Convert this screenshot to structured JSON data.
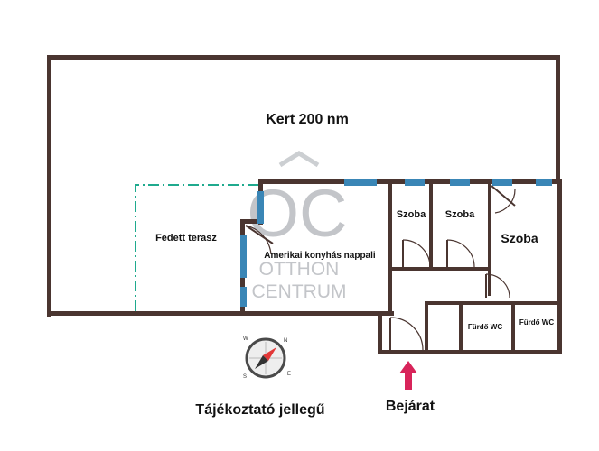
{
  "labels": {
    "garden": "Kert 200 nm",
    "terrace": "Fedett terasz",
    "living": "Amerikai konyhás nappali",
    "room1": "Szoba",
    "room2": "Szoba",
    "room3": "Szoba",
    "bath1": "Fürdő WC",
    "bath2": "Fürdő WC"
  },
  "watermark": {
    "monogram": "OC",
    "line1": "OTTHON",
    "line2": "CENTRUM"
  },
  "compass": {
    "n": "N",
    "e": "E",
    "s": "S",
    "w": "W"
  },
  "entrance_label": "Bejárat",
  "disclaimer": "Tájékoztató jellegű",
  "colors": {
    "wall": "#4a3530",
    "window": "#3a86b6",
    "terrace_outline": "#1faa8e",
    "entrance_arrow": "#d8245a",
    "watermark": "#b9bcc0"
  }
}
